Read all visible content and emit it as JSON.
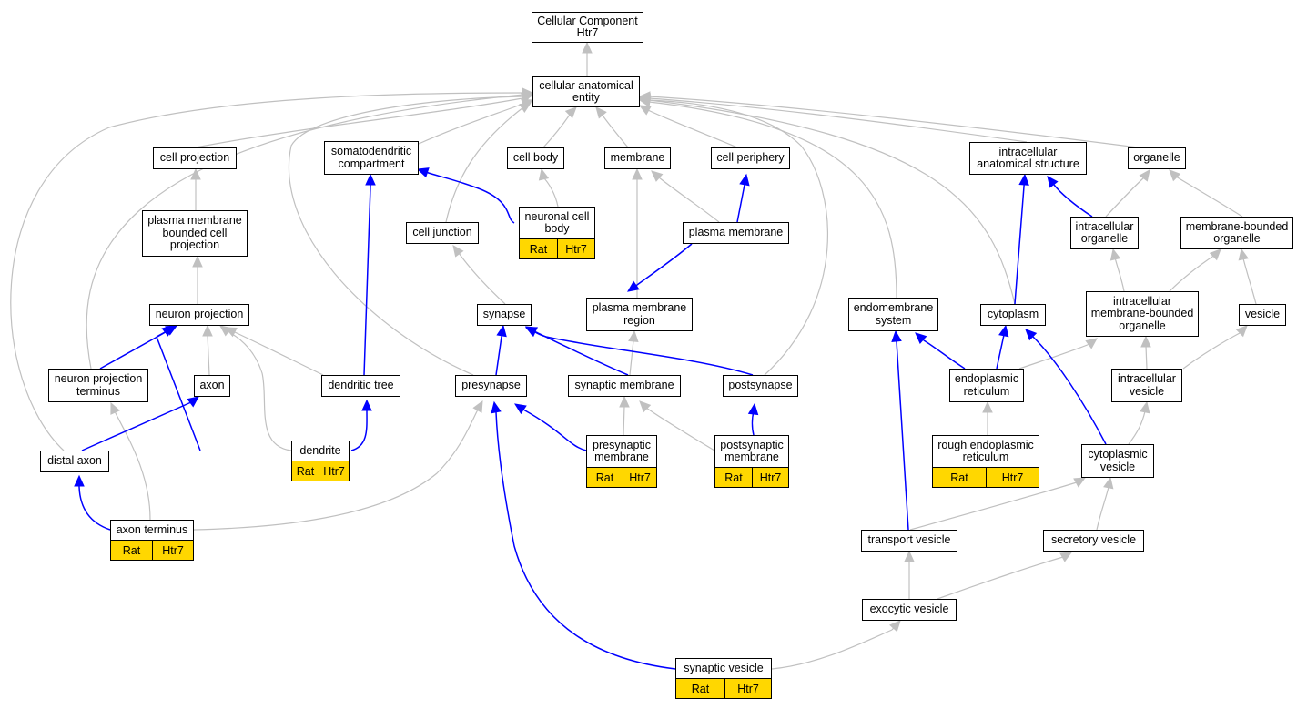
{
  "title": "Cellular Component\nHtr7",
  "terms": {
    "cellular_anatomical_entity": "cellular anatomical\nentity",
    "cell_projection": "cell projection",
    "somatodendritic_compartment": "somatodendritic\ncompartment",
    "cell_body": "cell body",
    "membrane": "membrane",
    "cell_periphery": "cell periphery",
    "intracellular_anatomical_structure": "intracellular\nanatomical structure",
    "organelle": "organelle",
    "plasma_membrane_bounded_cell_projection": "plasma membrane\nbounded cell\nprojection",
    "neuronal_cell_body": "neuronal cell\nbody",
    "cell_junction": "cell junction",
    "plasma_membrane": "plasma membrane",
    "intracellular_organelle": "intracellular\norganelle",
    "membrane_bounded_organelle": "membrane-bounded\norganelle",
    "neuron_projection": "neuron projection",
    "synapse": "synapse",
    "plasma_membrane_region": "plasma membrane\nregion",
    "endomembrane_system": "endomembrane\nsystem",
    "cytoplasm": "cytoplasm",
    "intracellular_membrane_bounded_organelle": "intracellular\nmembrane-bounded\norganelle",
    "vesicle": "vesicle",
    "neuron_projection_terminus": "neuron projection\nterminus",
    "axon": "axon",
    "dendritic_tree": "dendritic tree",
    "presynapse": "presynapse",
    "synaptic_membrane": "synaptic membrane",
    "postsynapse": "postsynapse",
    "endoplasmic_reticulum": "endoplasmic\nreticulum",
    "intracellular_vesicle": "intracellular\nvesicle",
    "distal_axon": "distal axon",
    "dendrite": "dendrite",
    "presynaptic_membrane": "presynaptic\nmembrane",
    "postsynaptic_membrane": "postsynaptic\nmembrane",
    "rough_endoplasmic_reticulum": "rough endoplasmic\nreticulum",
    "cytoplasmic_vesicle": "cytoplasmic\nvesicle",
    "axon_terminus": "axon terminus",
    "transport_vesicle": "transport vesicle",
    "secretory_vesicle": "secretory vesicle",
    "exocytic_vesicle": "exocytic vesicle",
    "synaptic_vesicle": "synaptic vesicle"
  },
  "annotation": {
    "species": "Rat",
    "gene": "Htr7"
  },
  "colors": {
    "is_a_edge": "#c0c0c0",
    "part_of_edge": "#0000ff",
    "annotated_fill": "#ffd700"
  }
}
